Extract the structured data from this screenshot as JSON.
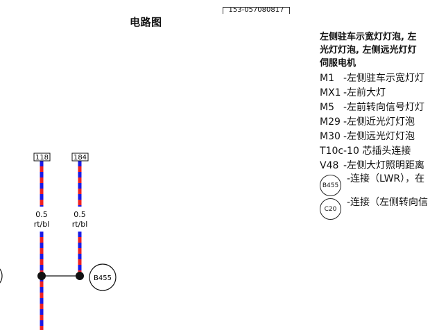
{
  "page": {
    "title": "电路图",
    "doc_number": "153-057080817"
  },
  "heading_lines": [
    "左侧驻车示宽灯灯泡, 左",
    "光灯灯泡, 左侧远光灯灯",
    "伺服电机"
  ],
  "legend": {
    "items": [
      {
        "code": "M1",
        "desc": "-左侧驻车示宽灯灯"
      },
      {
        "code": "MX1",
        "desc": "-左前大灯"
      },
      {
        "code": "M5",
        "desc": "-左前转向信号灯灯"
      },
      {
        "code": "M29",
        "desc": "-左侧近光灯灯泡"
      },
      {
        "code": "M30",
        "desc": "-左侧远光灯灯泡"
      },
      {
        "code": "T10c",
        "desc": "-10 芯插头连接"
      },
      {
        "code": "V48",
        "desc": "-左侧大灯照明距离"
      }
    ],
    "connectors": [
      {
        "code": "B455",
        "desc": "-连接（LWR），在"
      },
      {
        "code": "C20",
        "desc": "-连接（左侧转向信"
      }
    ]
  },
  "diagram": {
    "pins": [
      {
        "label": "118"
      },
      {
        "label": "184"
      }
    ],
    "wires": [
      {
        "size": "0.5",
        "color_code": "rt/bl"
      },
      {
        "size": "0.5",
        "color_code": "rt/bl"
      }
    ],
    "junction_label": "B455",
    "colors": {
      "wire_red": "#ee2222",
      "wire_blue": "#1a1ae6",
      "line": "#111111"
    }
  }
}
